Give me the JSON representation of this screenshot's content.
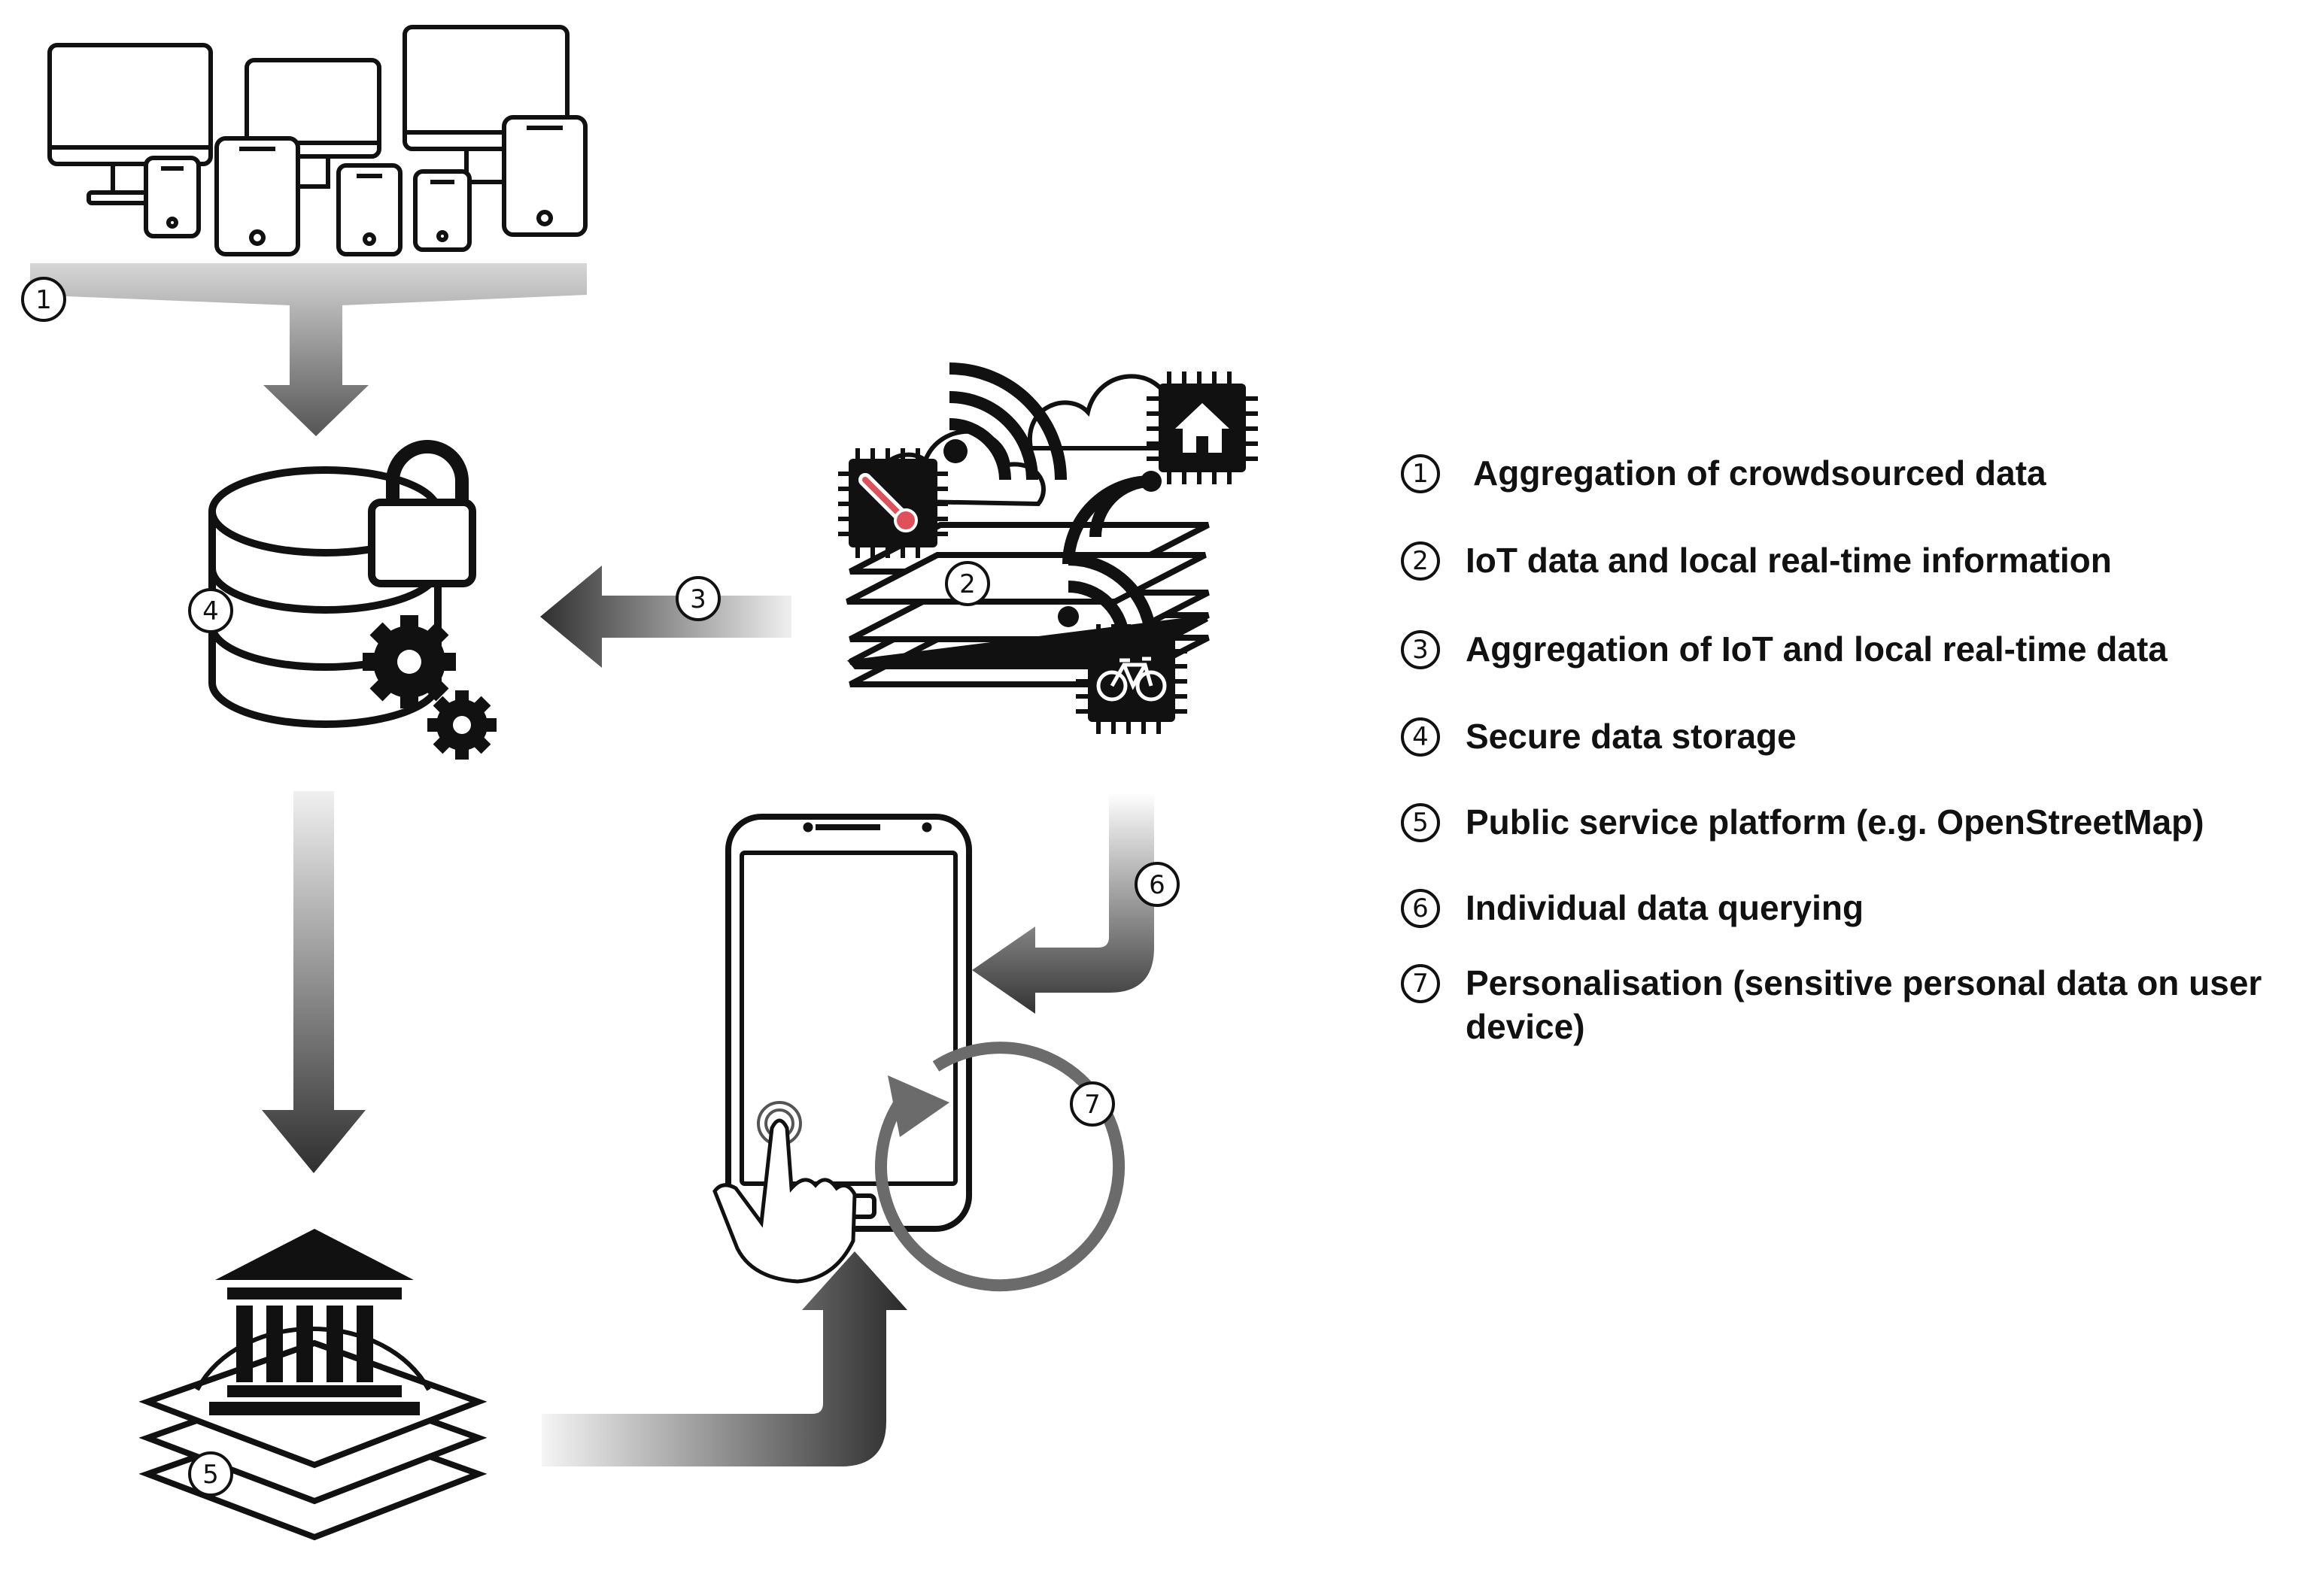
{
  "legend": [
    {
      "num": "1",
      "text": "Aggregation of crowdsourced data"
    },
    {
      "num": "2",
      "text": "IoT data and local real-time information"
    },
    {
      "num": "3",
      "text": "Aggregation of IoT and local real-time data"
    },
    {
      "num": "4",
      "text": "Secure data storage"
    },
    {
      "num": "5",
      "text": "Public service platform (e.g. OpenStreetMap)"
    },
    {
      "num": "6",
      "text": "Individual data querying"
    },
    {
      "num": "7",
      "text": "Personalisation (sensitive  personal data on user device)"
    }
  ],
  "diagram_labels": {
    "n1": "1",
    "n2": "2",
    "n3": "3",
    "n4": "4",
    "n5": "5",
    "n6": "6",
    "n7": "7"
  },
  "colors": {
    "ink": "#111111",
    "arrow_dark": "#333333",
    "arrow_light": "#d9d9d9",
    "thermometer_red": "#e0505a",
    "cycle_gray": "#6b6b6b"
  }
}
